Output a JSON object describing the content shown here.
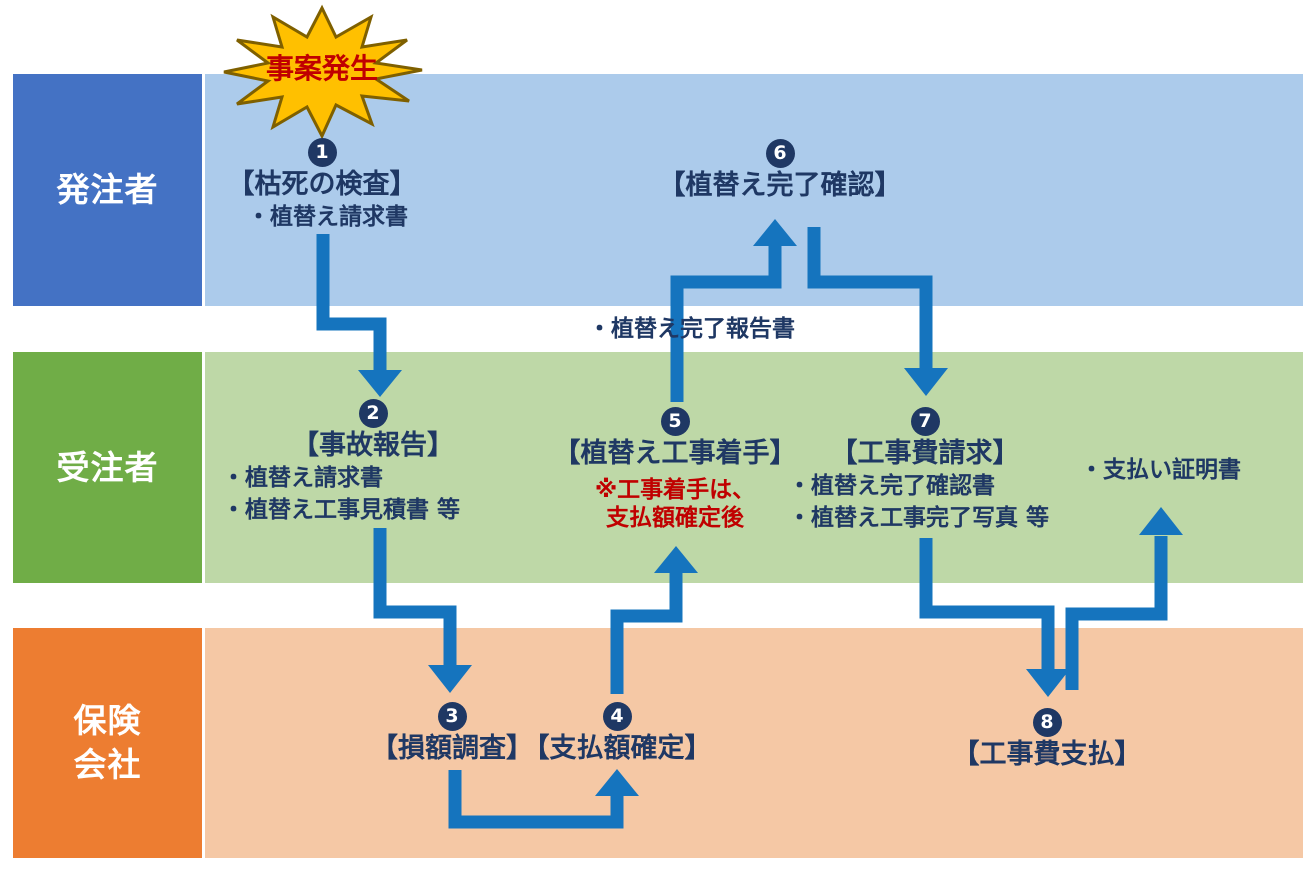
{
  "colors": {
    "orderer_label_bg": "#4472C4",
    "contractor_label_bg": "#70AD47",
    "insurer_label_bg": "#ED7D31",
    "orderer_band_bg": "#ACCBEB",
    "contractor_band_bg": "#BED8A7",
    "insurer_band_bg": "#F5C8A5",
    "arrow_blue": "#1574BE",
    "step_text_navy": "#1F3864",
    "note_red": "#C00000",
    "starburst_fill": "#FFC000",
    "starburst_border": "#7F6000",
    "lane_label_text": "#FFFFFF"
  },
  "starburst": {
    "label": "事案発生"
  },
  "lanes": [
    {
      "label": "発注者"
    },
    {
      "label": "受注者"
    },
    {
      "label": "保険会社",
      "lines": [
        "保険",
        "会社"
      ]
    }
  ],
  "steps": [
    {
      "num": "1",
      "title": "【枯死の検査】",
      "bullets": [
        "・植替え請求書"
      ]
    },
    {
      "num": "2",
      "title": "【事故報告】",
      "bullets": [
        "・植替え請求書",
        "・植替え工事見積書 等"
      ]
    },
    {
      "num": "3",
      "title": "【損額調査】"
    },
    {
      "num": "4",
      "title": "【支払額確定】"
    },
    {
      "num": "5",
      "title": "【植替え工事着手】",
      "note": [
        "※工事着手は、",
        "支払額確定後"
      ]
    },
    {
      "num": "6",
      "title": "【植替え完了確認】"
    },
    {
      "num": "7",
      "title": "【工事費請求】",
      "bullets": [
        "・植替え完了確認書",
        "・植替え工事完了写真 等"
      ]
    },
    {
      "num": "8",
      "title": "【工事費支払】"
    }
  ],
  "floating_labels": {
    "replant_completion_report": "・植替え完了報告書",
    "payment_certificate": "・支払い証明書"
  }
}
